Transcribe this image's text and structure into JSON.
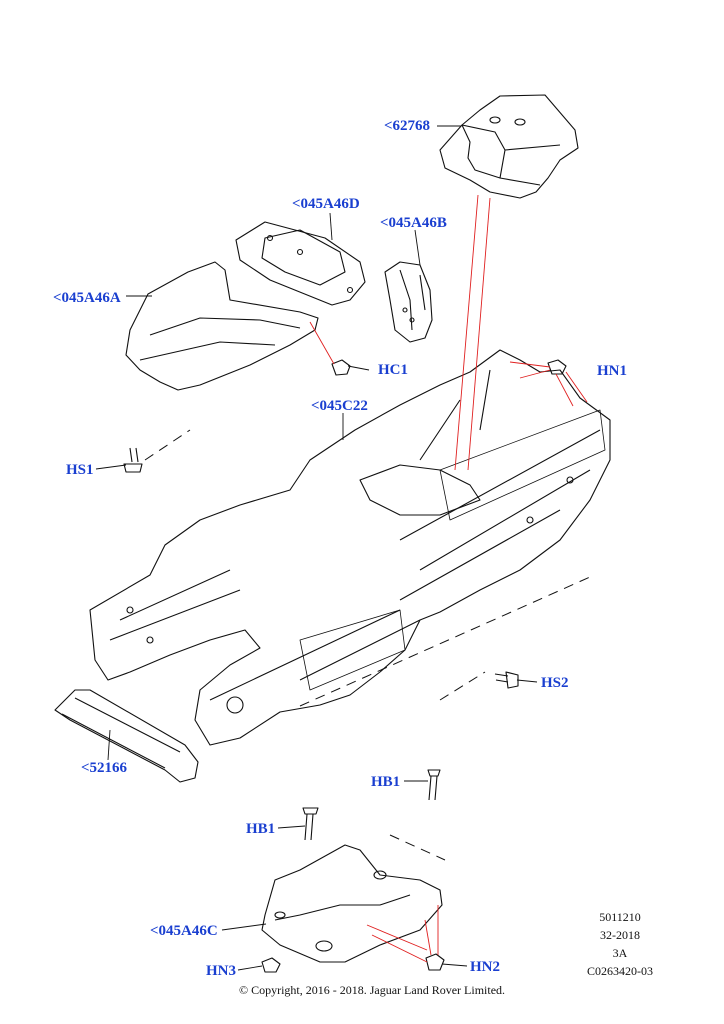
{
  "callouts": [
    {
      "id": "c-62768",
      "text": "<62768"
    },
    {
      "id": "c-045A46D",
      "text": "<045A46D"
    },
    {
      "id": "c-045A46B",
      "text": "<045A46B"
    },
    {
      "id": "c-045A46A",
      "text": "<045A46A"
    },
    {
      "id": "c-HC1",
      "text": "HC1"
    },
    {
      "id": "c-HN1",
      "text": "HN1"
    },
    {
      "id": "c-045C22",
      "text": "<045C22"
    },
    {
      "id": "c-HS1",
      "text": "HS1"
    },
    {
      "id": "c-HS2",
      "text": "HS2"
    },
    {
      "id": "c-52166",
      "text": "<52166"
    },
    {
      "id": "c-HB1a",
      "text": "HB1"
    },
    {
      "id": "c-HB1b",
      "text": "HB1"
    },
    {
      "id": "c-045A46C",
      "text": "<045A46C"
    },
    {
      "id": "c-HN3",
      "text": "HN3"
    },
    {
      "id": "c-HN2",
      "text": "HN2"
    }
  ],
  "meta": {
    "line1": "5011210",
    "line2": "32-2018",
    "line3": "3A",
    "line4": "C0263420-03"
  },
  "copyright": "© Copyright, 2016 - 2018. Jaguar Land Rover Limited.",
  "colors": {
    "callout": "#1a3fd0",
    "leader": "#e02020",
    "line": "#111111"
  }
}
